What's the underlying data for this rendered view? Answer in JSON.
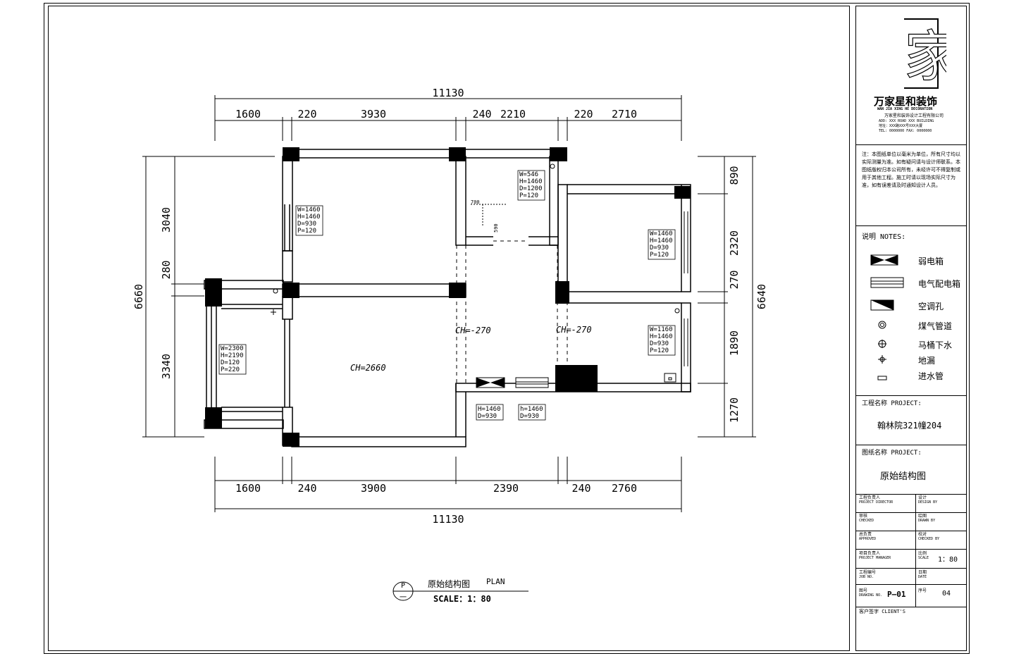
{
  "plan": {
    "dims_top_total": "11130",
    "dims_top": [
      "1600",
      "220",
      "3930",
      "240",
      "2210",
      "220",
      "2710"
    ],
    "dims_bottom": [
      "1600",
      "240",
      "3900",
      "2390",
      "240",
      "2760"
    ],
    "dims_bottom_total": "11130",
    "dims_left_total": "6660",
    "dims_left": [
      "3040",
      "280",
      "3340"
    ],
    "dims_right_total": "6640",
    "dims_right": [
      "890",
      "2320",
      "270",
      "1890",
      "1270"
    ],
    "ceiling_heights": [
      "CH=2660",
      "CH=-270",
      "CH=-270"
    ],
    "windows": [
      {
        "w": "W=1460",
        "h": "H=1460",
        "d": "D=930",
        "p": "P=120"
      },
      {
        "w": "W=546",
        "h": "H=1460",
        "d": "D=1200",
        "p": "P=120"
      },
      {
        "w": "W=1460",
        "h": "H=1460",
        "d": "D=930",
        "p": "P=120"
      },
      {
        "w": "W=1160",
        "h": "H=1460",
        "d": "D=930",
        "p": "P=120"
      },
      {
        "w": "W=2300",
        "h": "H=2190",
        "d": "D=120",
        "p": "P=220"
      }
    ],
    "box_labels": [
      {
        "h": "H=1460",
        "d": "D=930"
      },
      {
        "h": "h=1460",
        "d": "D=930"
      }
    ],
    "small_dims": [
      "700",
      "590"
    ]
  },
  "caption": {
    "symbol_top": "P",
    "symbol_bottom": "一",
    "title": "原始结构图",
    "plan_label": "PLAN",
    "scale": "SCALE：1：80"
  },
  "title_block": {
    "logo_glyph": "家",
    "company_name": "万家星和装饰",
    "company_en": "WAN JIA XING HE DECORATION",
    "company_full": "万家星和装饰设计工程有限公司",
    "company_lines": [
      "ADD: XXX ROAD XXX BUILDING",
      "地址：XXX路XXX号XXX大厦",
      "TEL: 0000000 FAX: 0000000"
    ],
    "disclaimer": "注：本图纸单位以毫米为单位，所有尺寸均以实际测量为准。如有疑问请与设计师联系。本图纸版权归本公司所有，未经许可不得复制或用于其他工程。施工时请以现场实际尺寸为准，如有误差请及时通知设计人员。",
    "notes_label": "说明 NOTES:",
    "legend": [
      {
        "icon": "strong-electric-box",
        "label": "弱电箱"
      },
      {
        "icon": "electric-distribution-box",
        "label": "电气配电箱"
      },
      {
        "icon": "ac-hole",
        "label": "空调孔"
      },
      {
        "icon": "gas-pipe",
        "label": "煤气管道"
      },
      {
        "icon": "toilet-drain",
        "label": "马桶下水"
      },
      {
        "icon": "floor-drain",
        "label": "地漏"
      },
      {
        "icon": "water-inlet",
        "label": "进水管"
      }
    ],
    "project_label": "工程名称 PROJECT:",
    "project_name": "翰林院321幢204",
    "drawing_label": "图纸名称 PROJECT:",
    "drawing_name": "原始结构图",
    "rows": [
      {
        "l1": "工程负责人",
        "l2": "PROJECT DIRECTOR",
        "r1": "设计",
        "r2": "DESIGN BY",
        "rv": ""
      },
      {
        "l1": "审核",
        "l2": "CHECKED",
        "r1": "绘图",
        "r2": "DRAWN BY",
        "rv": ""
      },
      {
        "l1": "总负责",
        "l2": "APPROVED",
        "r1": "校对",
        "r2": "CHECKED BY",
        "rv": ""
      },
      {
        "l1": "项目负责人",
        "l2": "PROJECT MANAGER",
        "r1": "比例",
        "r2": "SCALE",
        "rv": "1：80"
      },
      {
        "l1": "工程编号",
        "l2": "JOB NO.",
        "r1": "日期",
        "r2": "DATE",
        "rv": ""
      }
    ],
    "drawing_no_label": "图号",
    "drawing_no_en": "DRAWING NO.",
    "drawing_no": "P—01",
    "sheet_label": "序号",
    "sheet_no": "04",
    "client_label": "客户签字 CLIENT'S"
  }
}
